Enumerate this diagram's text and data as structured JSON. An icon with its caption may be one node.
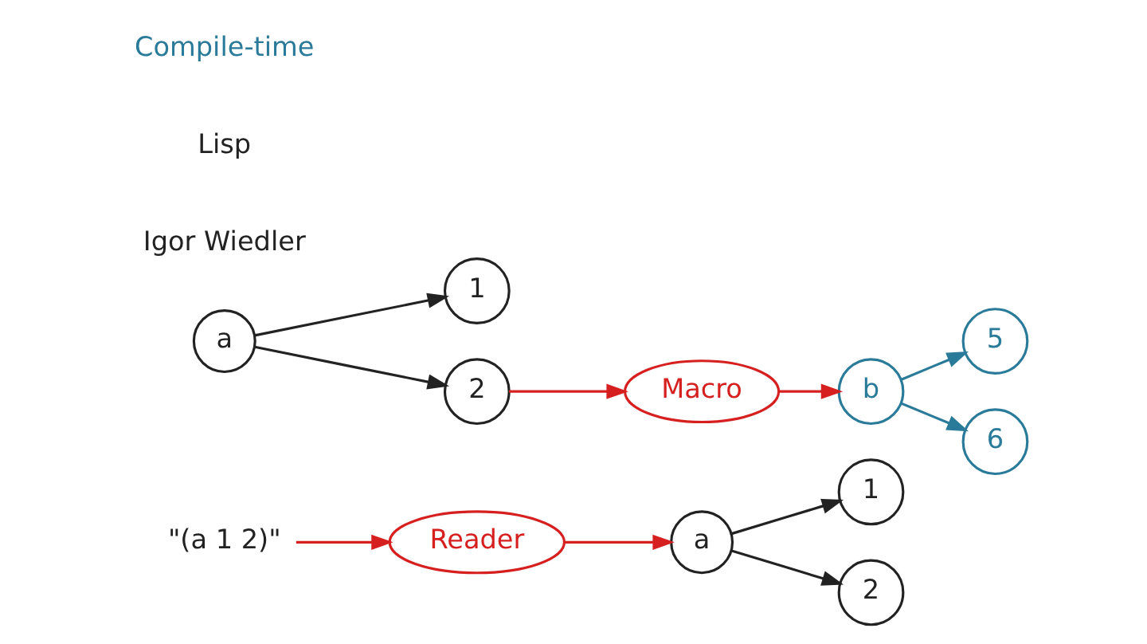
{
  "diagram": {
    "nodes": [
      {
        "text": [
          "\"(a 1 2)\""
        ]
      },
      {
        "text": [
          "Reader"
        ]
      },
      {
        "text": [
          "a"
        ]
      },
      {
        "text": [
          "1"
        ]
      },
      {
        "text": [
          "2"
        ]
      },
      {
        "text": [
          "a"
        ]
      },
      {
        "text": [
          "1"
        ]
      },
      {
        "text": [
          "2"
        ]
      },
      {
        "text": [
          "Macro"
        ]
      },
      {
        "text": [
          "b"
        ]
      },
      {
        "text": [
          "5"
        ]
      },
      {
        "text": [
          "6"
        ]
      }
    ],
    "edges": [
      {
        "from": 0,
        "to": 1,
        "arrow": "to",
        "color": "#d62020"
      },
      {
        "from": 1,
        "to": 2,
        "arrow": "to",
        "color": "#d62020"
      },
      {
        "from": 2,
        "to": 3,
        "arrow": "to",
        "color": "#222222"
      },
      {
        "from": 2,
        "to": 4,
        "arrow": "to",
        "color": "#222222"
      },
      {
        "from": 5,
        "to": 6,
        "arrow": "to",
        "color": "#222222"
      },
      {
        "from": 5,
        "to": 7,
        "arrow": "to",
        "color": "#222222"
      },
      {
        "from": 7,
        "to": 8,
        "arrow": "to",
        "color": "#d62020"
      },
      {
        "from": 8,
        "to": 9,
        "arrow": "to",
        "color": "#d62020"
      },
      {
        "from": 9,
        "to": 10,
        "arrow": "to",
        "color": "#2a7a9a"
      },
      {
        "from": 9,
        "to": 11,
        "arrow": "to",
        "color": "#2a7a9a"
      }
    ],
    "labels": [
      "Igor Wiedler",
      "Lisp",
      "Compile-time"
    ]
  }
}
